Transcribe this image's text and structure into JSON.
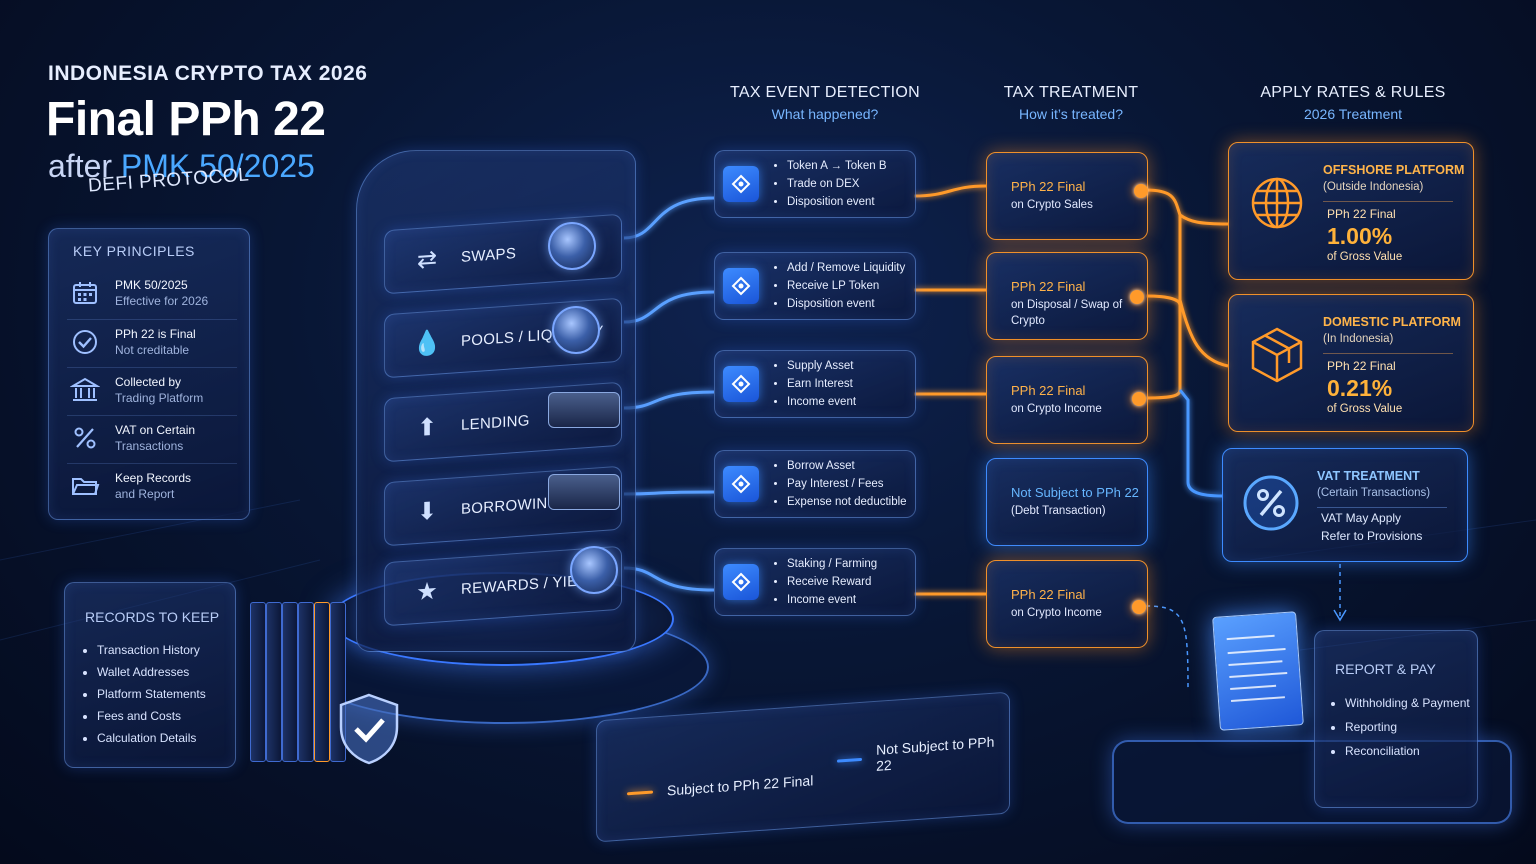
{
  "header": {
    "kicker": "INDONESIA CRYPTO TAX 2026",
    "title": "Final PPh 22",
    "subtitle_prefix": "after",
    "subtitle_highlight": "PMK 50/2025"
  },
  "key_principles": {
    "title": "KEY PRINCIPLES",
    "items": [
      {
        "line1": "PMK 50/2025",
        "line2": "Effective for 2026",
        "icon": "calendar-icon"
      },
      {
        "line1": "PPh 22 is Final",
        "line2": "Not creditable",
        "icon": "check-circle-icon"
      },
      {
        "line1": "Collected by",
        "line2": "Trading Platform",
        "icon": "bank-icon"
      },
      {
        "line1": "VAT on Certain",
        "line2": "Transactions",
        "icon": "percent-icon"
      },
      {
        "line1": "Keep Records",
        "line2": "and Report",
        "icon": "folder-icon"
      }
    ]
  },
  "columns": {
    "detection": {
      "title": "TAX EVENT DETECTION",
      "subtitle": "What happened?"
    },
    "treatment": {
      "title": "TAX TREATMENT",
      "subtitle": "How it’s treated?"
    },
    "rates": {
      "title": "APPLY RATES & RULES",
      "subtitle": "2026 Treatment"
    }
  },
  "protocol": {
    "title": "DEFI PROTOCOL",
    "rows": [
      {
        "label": "SWAPS",
        "icon": "swap-arrows-icon"
      },
      {
        "label": "POOLS / LIQUIDITY",
        "icon": "droplet-icon"
      },
      {
        "label": "LENDING",
        "icon": "lending-icon"
      },
      {
        "label": "BORROWING",
        "icon": "borrowing-icon"
      },
      {
        "label": "REWARDS / YIELDS",
        "icon": "star-icon"
      }
    ]
  },
  "events": [
    {
      "items": [
        "Token A → Token B",
        "Trade on DEX",
        "Disposition event"
      ]
    },
    {
      "items": [
        "Add / Remove Liquidity",
        "Receive LP Token",
        "Disposition event"
      ]
    },
    {
      "items": [
        "Supply Asset",
        "Earn Interest",
        "Income event"
      ]
    },
    {
      "items": [
        "Borrow Asset",
        "Pay Interest / Fees",
        "Expense not deductible"
      ]
    },
    {
      "items": [
        "Staking / Farming",
        "Receive Reward",
        "Income event"
      ]
    }
  ],
  "treatments": [
    {
      "title": "PPh 22 Final",
      "detail": "on Crypto Sales"
    },
    {
      "title": "PPh 22 Final",
      "detail": "on Disposal / Swap of Crypto"
    },
    {
      "title": "PPh 22 Final",
      "detail": "on Crypto Income"
    },
    {
      "title": "Not Subject to PPh 22",
      "detail": "(Debt Transaction)"
    },
    {
      "title": "PPh 22 Final",
      "detail": "on Crypto Income"
    }
  ],
  "rates": {
    "offshore": {
      "title": "OFFSHORE PLATFORM",
      "subtitle": "(Outside Indonesia)",
      "label": "PPh 22 Final",
      "rate": "1.00%",
      "basis": "of Gross Value"
    },
    "domestic": {
      "title": "DOMESTIC PLATFORM",
      "subtitle": "(In Indonesia)",
      "label": "PPh 22 Final",
      "rate": "0.21%",
      "basis": "of Gross Value"
    },
    "vat": {
      "title": "VAT TREATMENT",
      "subtitle": "(Certain Transactions)",
      "line1": "VAT May Apply",
      "line2": "Refer to Provisions"
    }
  },
  "records": {
    "title": "RECORDS TO KEEP",
    "items": [
      "Transaction History",
      "Wallet Addresses",
      "Platform Statements",
      "Fees and Costs",
      "Calculation Details"
    ]
  },
  "report": {
    "title": "REPORT & PAY",
    "items": [
      "Withholding & Payment",
      "Reporting",
      "Reconciliation"
    ]
  },
  "legend": {
    "subject": "Subject to PPh 22 Final",
    "not_subject": "Not Subject to PPh 22"
  },
  "colors": {
    "orange": "#ff9a2a",
    "blue": "#3d8bff",
    "highlight": "#4aa8ff"
  }
}
